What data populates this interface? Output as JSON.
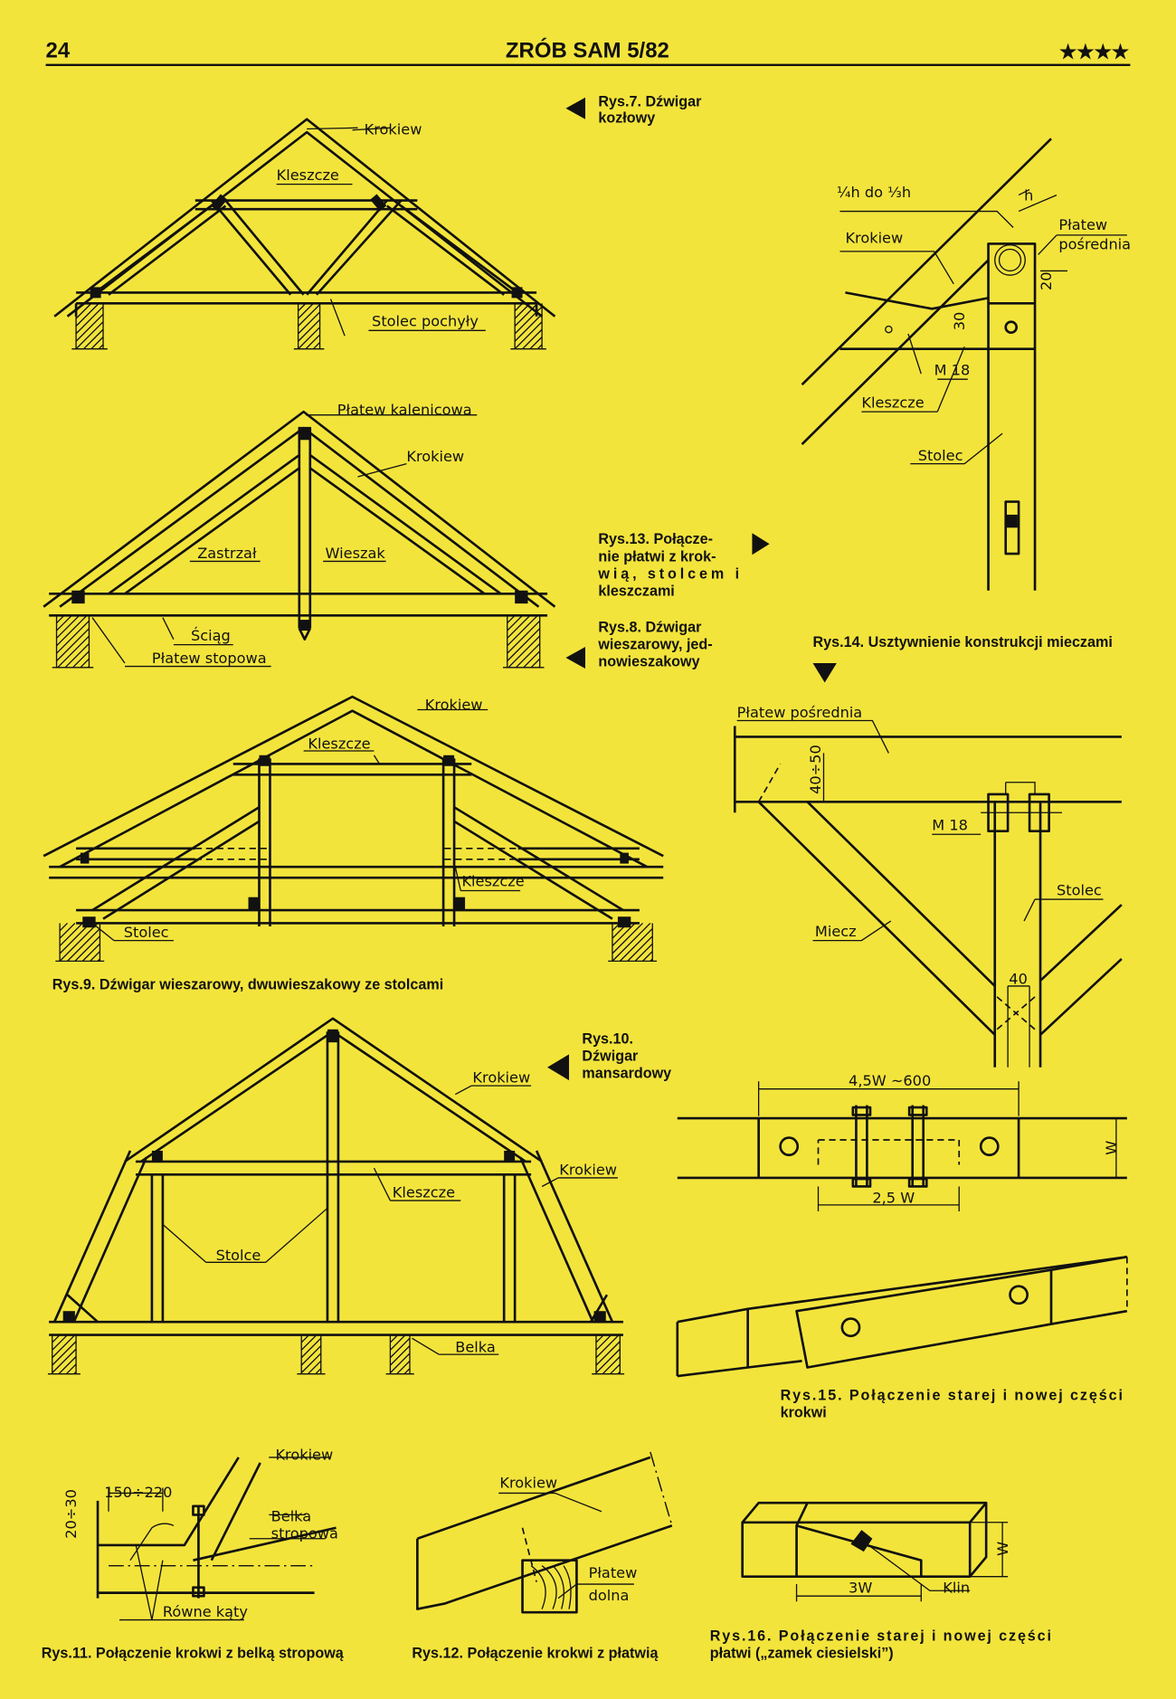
{
  "header": {
    "page_number": "24",
    "title": "ZRÓB SAM 5/82",
    "stars": "★★★★"
  },
  "fig7": {
    "caption": [
      "Rys.7. Dźwigar",
      "kozłowy"
    ],
    "labels": {
      "krokiew": "Krokiew",
      "kleszcze": "Kleszcze",
      "stolec": "Stolec pochyły"
    }
  },
  "fig8": {
    "caption": [
      "Rys.8. Dźwigar",
      "wieszarowy, jed-",
      "nowieszakowy"
    ],
    "labels": {
      "platew_kalenicowa": "Płatew kalenicowa",
      "krokiew": "Krokiew",
      "zastrzal": "Zastrzał",
      "wieszak": "Wieszak",
      "sciag": "Ściąg",
      "platew_stopowa": "Płatew stopowa"
    }
  },
  "fig9": {
    "caption": "Rys.9. Dźwigar wieszarowy, dwuwieszakowy ze stolcami",
    "labels": {
      "krokiew": "Krokiew",
      "kleszcze_top": "Kleszcze",
      "kleszcze_side": "Kleszcze",
      "stolec": "Stolec"
    }
  },
  "fig10": {
    "caption": [
      "Rys.10.",
      "Dźwigar",
      "mansardowy"
    ],
    "labels": {
      "krokiew_top": "Krokiew",
      "krokiew_side": "Krokiew",
      "kleszcze": "Kleszcze",
      "stolce": "Stolce",
      "belka": "Belka"
    }
  },
  "fig11": {
    "caption": "Rys.11. Połączenie krokwi z belką stropową",
    "labels": {
      "krokiew": "Krokiew",
      "dim1": "150÷220",
      "dim2": "20÷30",
      "belka1": "Belka",
      "belka2": "stropowa",
      "rowne": "Równe kąty"
    }
  },
  "fig12": {
    "caption": "Rys.12. Połączenie krokwi z płatwią",
    "labels": {
      "krokiew": "Krokiew",
      "platew1": "Płatew",
      "platew2": "dolna"
    }
  },
  "fig13": {
    "caption": [
      "Rys.13. Połącze-",
      "nie płatwi z krok-",
      "wią, stolcem i",
      "kleszczami"
    ],
    "labels": {
      "h_frac": "¼h do ⅓h",
      "h": "h",
      "krokiew": "Krokiew",
      "platew1": "Płatew",
      "platew2": "pośrednia",
      "d20": "20",
      "d30": "30",
      "m18": "M 18",
      "kleszcze": "Kleszcze",
      "stolec": "Stolec"
    }
  },
  "fig14": {
    "caption": "Rys.14. Usztywnienie konstrukcji mieczami",
    "labels": {
      "platew": "Płatew pośrednia",
      "d4050": "40÷50",
      "m18": "M 18",
      "stolec": "Stolec",
      "miecz": "Miecz",
      "d40": "40"
    }
  },
  "fig15": {
    "caption": [
      "Rys.15. Połączenie starej i nowej części",
      "krokwi"
    ],
    "labels": {
      "d_top": "4,5W ~600",
      "d_bottom": "2,5 W",
      "w": "W"
    }
  },
  "fig16": {
    "caption": [
      "Rys.16. Połączenie starej i nowej części",
      "płatwi („zamek ciesielski”)"
    ],
    "labels": {
      "w": "W",
      "d3w": "3W",
      "klin": "Klin"
    }
  }
}
